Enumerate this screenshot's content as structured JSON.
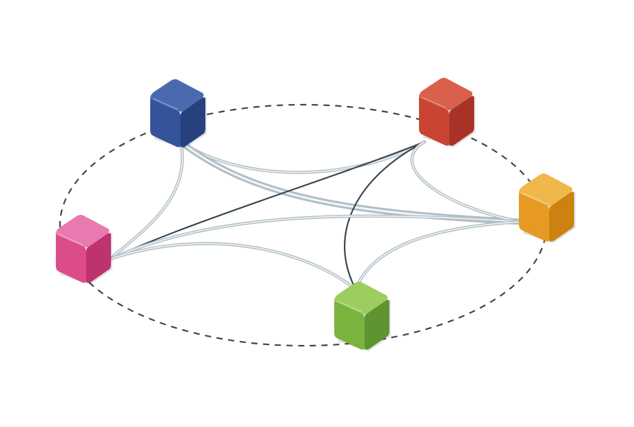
{
  "diagram": {
    "ring": {
      "color": "#37474f"
    },
    "nodes": [
      {
        "id": "blue",
        "name": "node-blue",
        "top": "#4a6ab0",
        "front": "#34539a",
        "side": "#27407e"
      },
      {
        "id": "red",
        "name": "node-red",
        "top": "#d9604b",
        "front": "#c94433",
        "side": "#a83227"
      },
      {
        "id": "orange",
        "name": "node-orange",
        "top": "#f0b84a",
        "front": "#e69a22",
        "side": "#cc8110"
      },
      {
        "id": "green",
        "name": "node-green",
        "top": "#9ccd5e",
        "front": "#7ab43f",
        "side": "#5f9530"
      },
      {
        "id": "pink",
        "name": "node-pink",
        "top": "#e97ab0",
        "front": "#dc4c8a",
        "side": "#bd3370"
      }
    ],
    "links": [
      {
        "from": "blue",
        "to": "red",
        "color": "#b0bec5",
        "style": "double"
      },
      {
        "from": "blue",
        "to": "orange",
        "color": "#b0bec5",
        "style": "thick"
      },
      {
        "from": "blue",
        "to": "pink",
        "color": "#b0bec5",
        "style": "double"
      },
      {
        "from": "red",
        "to": "pink",
        "color": "#37474f",
        "style": "solid"
      },
      {
        "from": "red",
        "to": "green",
        "color": "#37474f",
        "style": "solid"
      },
      {
        "from": "red",
        "to": "orange",
        "color": "#b0bec5",
        "style": "double"
      },
      {
        "from": "orange",
        "to": "pink",
        "color": "#b0bec5",
        "style": "double"
      },
      {
        "from": "orange",
        "to": "green",
        "color": "#b0bec5",
        "style": "double"
      },
      {
        "from": "pink",
        "to": "green",
        "color": "#b0bec5",
        "style": "double"
      }
    ]
  }
}
